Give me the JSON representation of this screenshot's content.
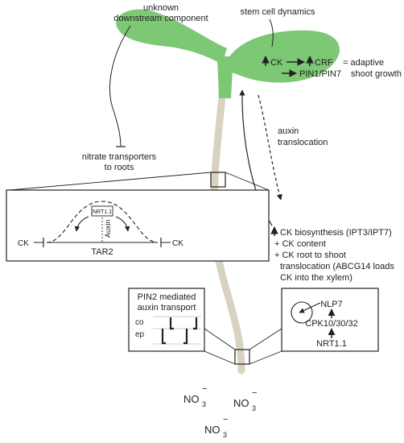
{
  "labels": {
    "unknown_line1": "unknown",
    "unknown_line2": "downstream component",
    "stem_cell": "stem cell dynamics",
    "ck": "CK",
    "crf": "CRF",
    "pin": "PIN1/PIN7",
    "adaptive_line1": "= adaptive",
    "adaptive_line2": "shoot growth",
    "auxin_line1": "auxin",
    "auxin_line2": "translocation",
    "nitrate_line1": "nitrate transporters",
    "nitrate_line2": "to roots",
    "inset_ck_left": "CK",
    "inset_ck_right": "CK",
    "inset_nrt": "NRT1.1",
    "inset_auxin": "Auxin",
    "inset_tar2": "TAR2",
    "ck_bio_1": "CK biosynthesis (IPT3/IPT7)",
    "ck_bio_2": "+ CK content",
    "ck_bio_3": "+ CK root to shoot",
    "ck_bio_4": "translocation (ABCG14 loads",
    "ck_bio_5": "CK into the xylem)",
    "pin2_line1": "PIN2 mediated",
    "pin2_line2": "auxin transport",
    "co": "co",
    "ep": "ep",
    "nlp7": "NLP7",
    "cpk": "CPK10/30/32",
    "nrt11": "NRT1.1",
    "no3_1_main": "NO",
    "no3_1_sub": "3",
    "no3_1_sup": "−",
    "no3_2_main": "NO",
    "no3_2_sub": "3",
    "no3_2_sup": "−",
    "no3_3_main": "NO",
    "no3_3_sub": "3",
    "no3_3_sup": "−"
  },
  "colors": {
    "leaf": "#7dc874",
    "root": "#d8d2c0",
    "ink": "#222222"
  }
}
